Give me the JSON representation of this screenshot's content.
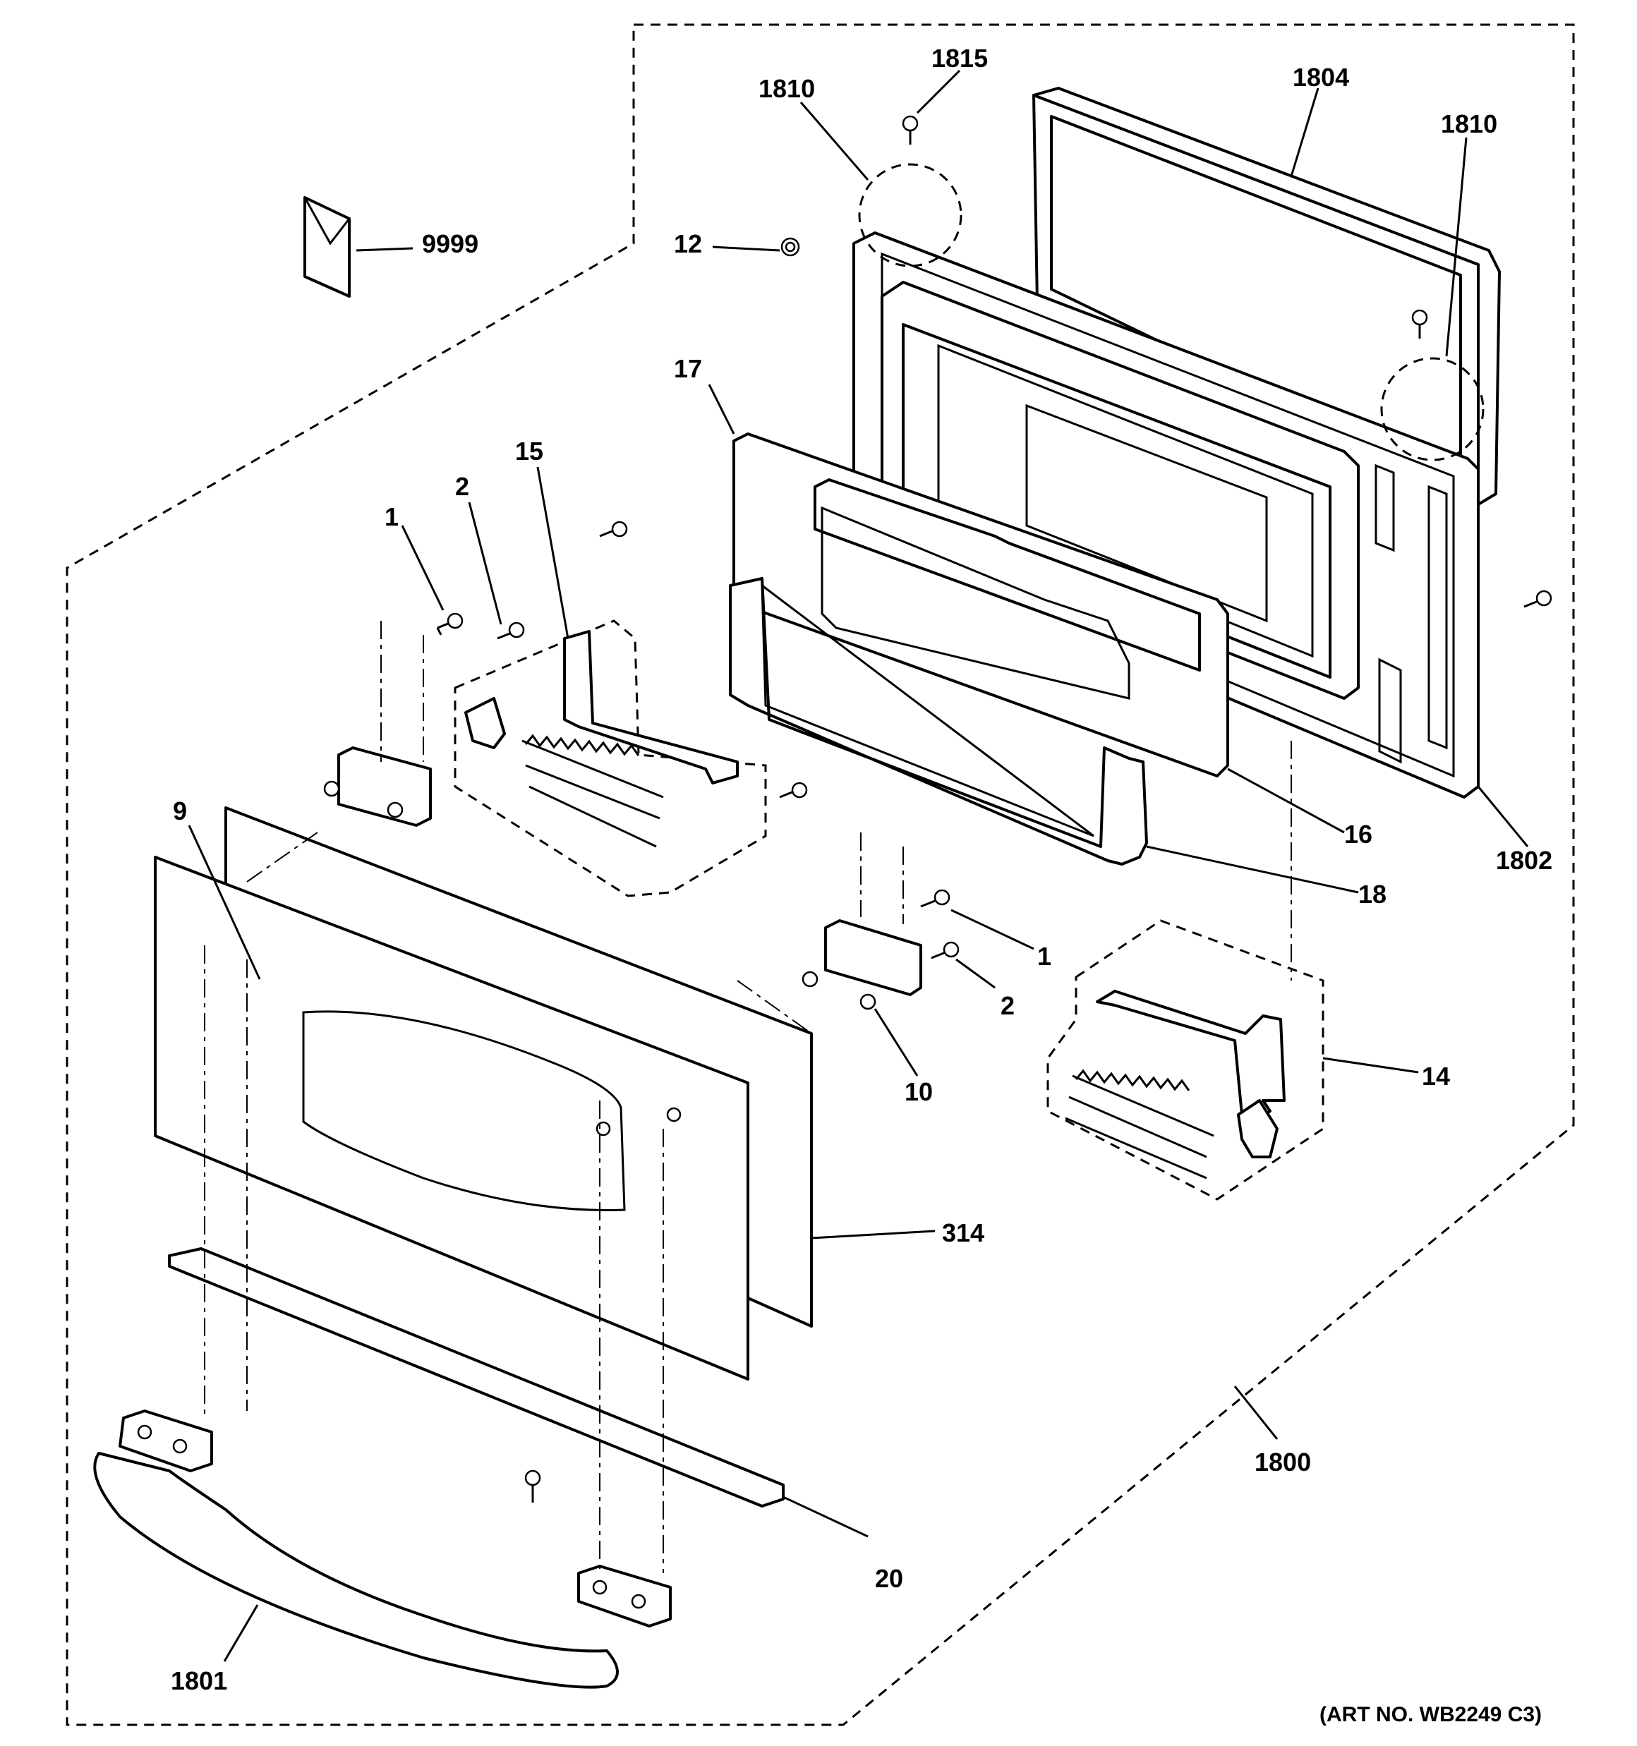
{
  "art_number": "(ART NO. WB2249 C3)",
  "callouts": [
    {
      "key": "c1815",
      "label": "1815"
    },
    {
      "key": "c1810a",
      "label": "1810"
    },
    {
      "key": "c1804",
      "label": "1804"
    },
    {
      "key": "c1810b",
      "label": "1810"
    },
    {
      "key": "c9999",
      "label": "9999"
    },
    {
      "key": "c12",
      "label": "12"
    },
    {
      "key": "c17",
      "label": "17"
    },
    {
      "key": "c15",
      "label": "15"
    },
    {
      "key": "c2a",
      "label": "2"
    },
    {
      "key": "c1a",
      "label": "1"
    },
    {
      "key": "c9",
      "label": "9"
    },
    {
      "key": "c16",
      "label": "16"
    },
    {
      "key": "c1802",
      "label": "1802"
    },
    {
      "key": "c18",
      "label": "18"
    },
    {
      "key": "c1b",
      "label": "1"
    },
    {
      "key": "c2b",
      "label": "2"
    },
    {
      "key": "c10",
      "label": "10"
    },
    {
      "key": "c14",
      "label": "14"
    },
    {
      "key": "c314",
      "label": "314"
    },
    {
      "key": "c1800",
      "label": "1800"
    },
    {
      "key": "c20",
      "label": "20"
    },
    {
      "key": "c1801",
      "label": "1801"
    }
  ]
}
